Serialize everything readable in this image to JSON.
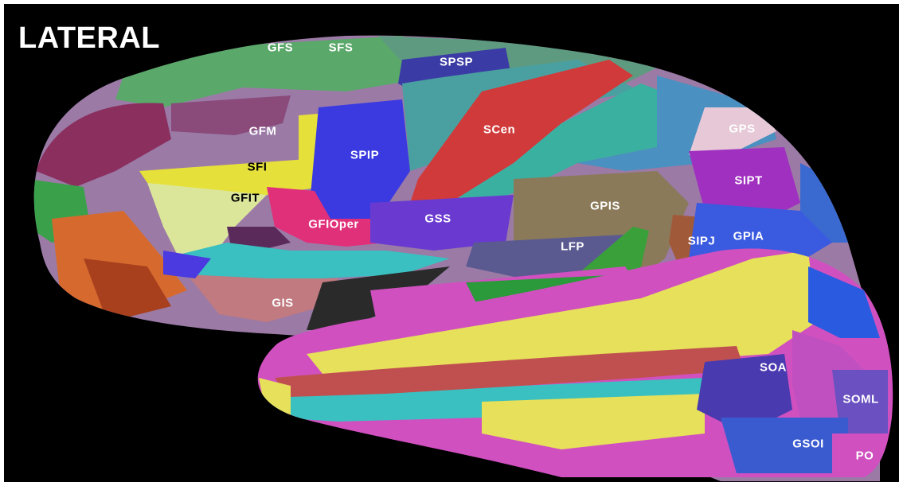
{
  "view_title": "LATERAL",
  "regions": {
    "gfs": "GFS",
    "sfs": "SFS",
    "spsp": "SPSP",
    "gfm": "GFM",
    "spip": "SPIP",
    "scen": "SCen",
    "gps": "GPS",
    "sfi": "SFI",
    "sipt": "SIPT",
    "gfit": "GFIT",
    "gpis": "GPIS",
    "gss": "GSS",
    "gfioper": "GFIOper",
    "sipj": "SIPJ",
    "gpia": "GPIA",
    "lfp": "LFP",
    "gis": "GIS",
    "soa": "SOA",
    "soml": "SOML",
    "gsoi": "GSOI",
    "po": "PO"
  }
}
